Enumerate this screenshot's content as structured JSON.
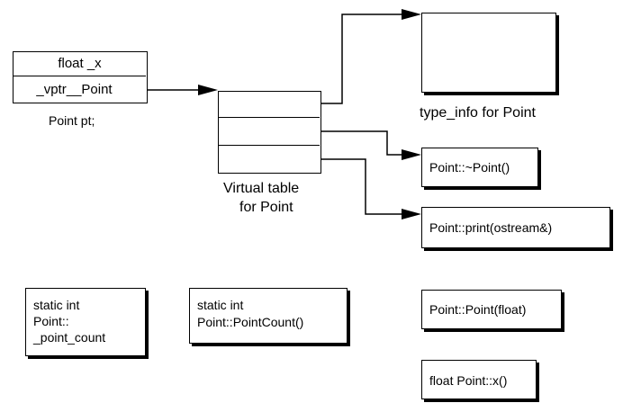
{
  "object": {
    "member_x": "float _x",
    "member_vptr": "_vptr__Point",
    "caption": "Point pt;"
  },
  "vtable": {
    "caption_line1": "Virtual table",
    "caption_line2": "for Point"
  },
  "type_info": {
    "caption": "type_info for Point"
  },
  "functions": {
    "destructor": "Point::~Point()",
    "print": "Point::print(ostream&)",
    "constructor": "Point::Point(float)",
    "accessor_x": "float Point::x()"
  },
  "statics": {
    "point_count_line1": "static int",
    "point_count_line2": "Point::",
    "point_count_line3": "_point_count",
    "pointcount_fn_line1": "static int",
    "pointcount_fn_line2": "Point::PointCount()"
  }
}
